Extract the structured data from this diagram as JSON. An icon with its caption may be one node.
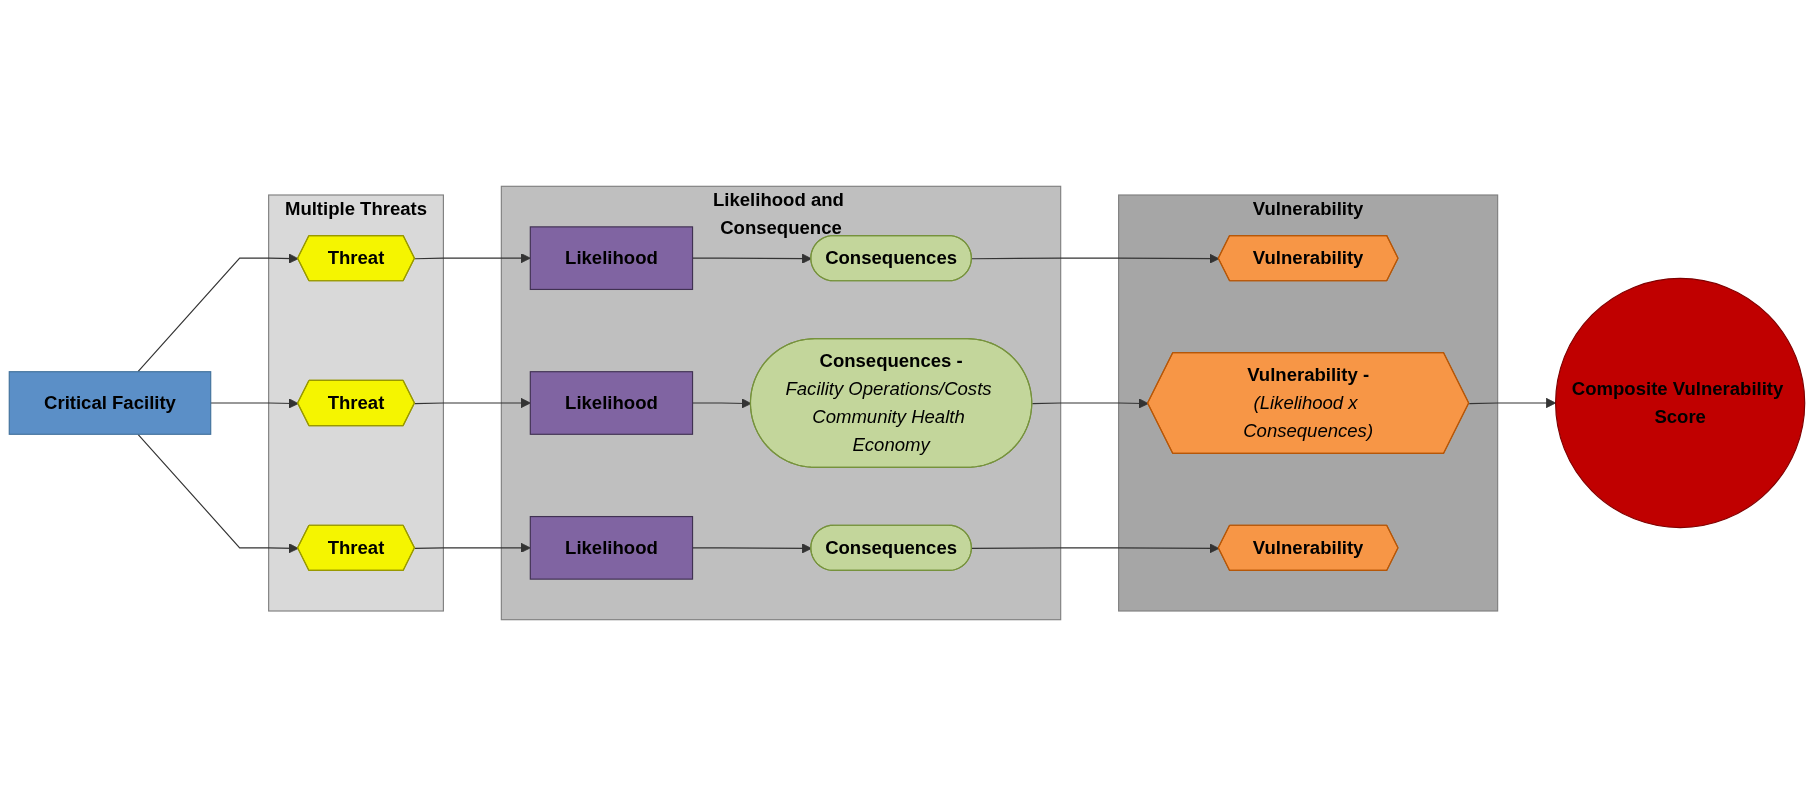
{
  "diagram": {
    "nodes": [
      {
        "text": [
          "Critical Facility"
        ]
      },
      {
        "text": [
          "Multiple Threats"
        ]
      },
      {
        "text": [
          "Threat"
        ],
        "in": 1
      },
      {
        "text": [
          "Threat"
        ],
        "in": 1
      },
      {
        "text": [
          "Threat"
        ],
        "in": 1
      },
      {
        "text": [
          "Likelihood and Consequence"
        ]
      },
      {
        "text": [
          "Likelihood"
        ],
        "in": 5
      },
      {
        "text": [
          "Consequences"
        ],
        "in": 5
      },
      {
        "text": [
          "Likelihood"
        ],
        "in": 5
      },
      {
        "text": [
          "Consequences -",
          "Facility Operations/Costs Community Health Economy"
        ],
        "in": 5
      },
      {
        "text": [
          "Likelihood"
        ],
        "in": 5
      },
      {
        "text": [
          "Consequences"
        ],
        "in": 5
      },
      {
        "text": [
          "Vulnerability"
        ]
      },
      {
        "text": [
          "Vulnerability"
        ],
        "in": 12
      },
      {
        "text": [
          "Vulnerability -",
          "(Likelihood x Consequences)"
        ],
        "in": 12
      },
      {
        "text": [
          "Vulnerability"
        ],
        "in": 12
      },
      {
        "text": [
          "Composite Vulnerability Score"
        ]
      }
    ],
    "edges": [
      {
        "from": 0,
        "to": 2,
        "arrow": "to"
      },
      {
        "from": 0,
        "to": 3,
        "arrow": "to"
      },
      {
        "from": 0,
        "to": 4,
        "arrow": "to"
      },
      {
        "from": 2,
        "to": 6,
        "arrow": "to"
      },
      {
        "from": 6,
        "to": 7,
        "arrow": "to"
      },
      {
        "from": 7,
        "to": 13,
        "arrow": "to"
      },
      {
        "from": 3,
        "to": 8,
        "arrow": "to"
      },
      {
        "from": 8,
        "to": 9,
        "arrow": "to"
      },
      {
        "from": 9,
        "to": 14,
        "arrow": "to"
      },
      {
        "from": 4,
        "to": 10,
        "arrow": "to"
      },
      {
        "from": 10,
        "to": 11,
        "arrow": "to"
      },
      {
        "from": 11,
        "to": 15,
        "arrow": "to"
      },
      {
        "from": 14,
        "to": 16,
        "arrow": "to"
      }
    ]
  }
}
